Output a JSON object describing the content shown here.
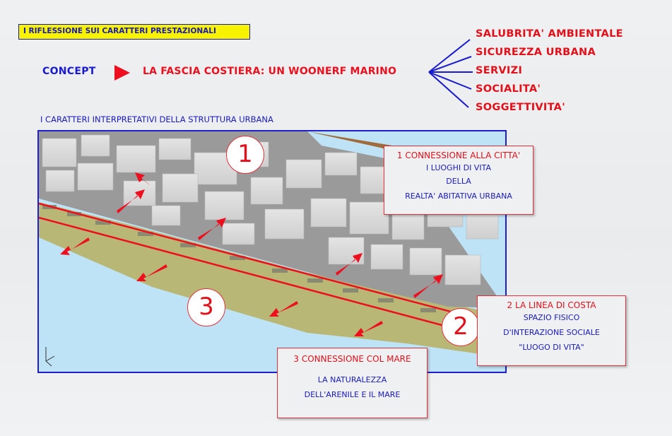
{
  "header": {
    "section_label": "I  RIFLESSIONE SUI CARATTERI PRESTAZIONALI",
    "concept_label": "CONCEPT",
    "concept_title": "LA FASCIA COSTIERA: UN WOONERF MARINO"
  },
  "values": [
    "SALUBRITA' AMBIENTALE",
    "SICUREZZA URBANA",
    "SERVIZI",
    "SOCIALITA'",
    "SOGGETTIVITA'"
  ],
  "subtitle": "I CARATTERI INTERPRETATIVI DELLA STRUTTURA URBANA",
  "markers": [
    "1",
    "2",
    "3"
  ],
  "callouts": {
    "city": {
      "title": "1 CONNESSIONE ALLA CITTA'",
      "lines": [
        "I LUOGHI DI VITA",
        "DELLA",
        "REALTA' ABITATIVA URBANA"
      ]
    },
    "coast": {
      "title": "2 LA LINEA DI COSTA",
      "lines": [
        "SPAZIO FISICO",
        "D'INTERAZIONE SOCIALE",
        "\"LUOGO DI VITA\""
      ]
    },
    "sea": {
      "title": "3 CONNESSIONE COL MARE",
      "lines": [
        "LA NATURALEZZA",
        "DELL'ARENILE E IL MARE"
      ]
    }
  },
  "colors": {
    "accent_red": "#ee0f1e",
    "accent_blue": "#1a1ad0",
    "header_yellow": "#f7f200",
    "sea": "#bfe3f6",
    "beach": "#b9b776"
  }
}
